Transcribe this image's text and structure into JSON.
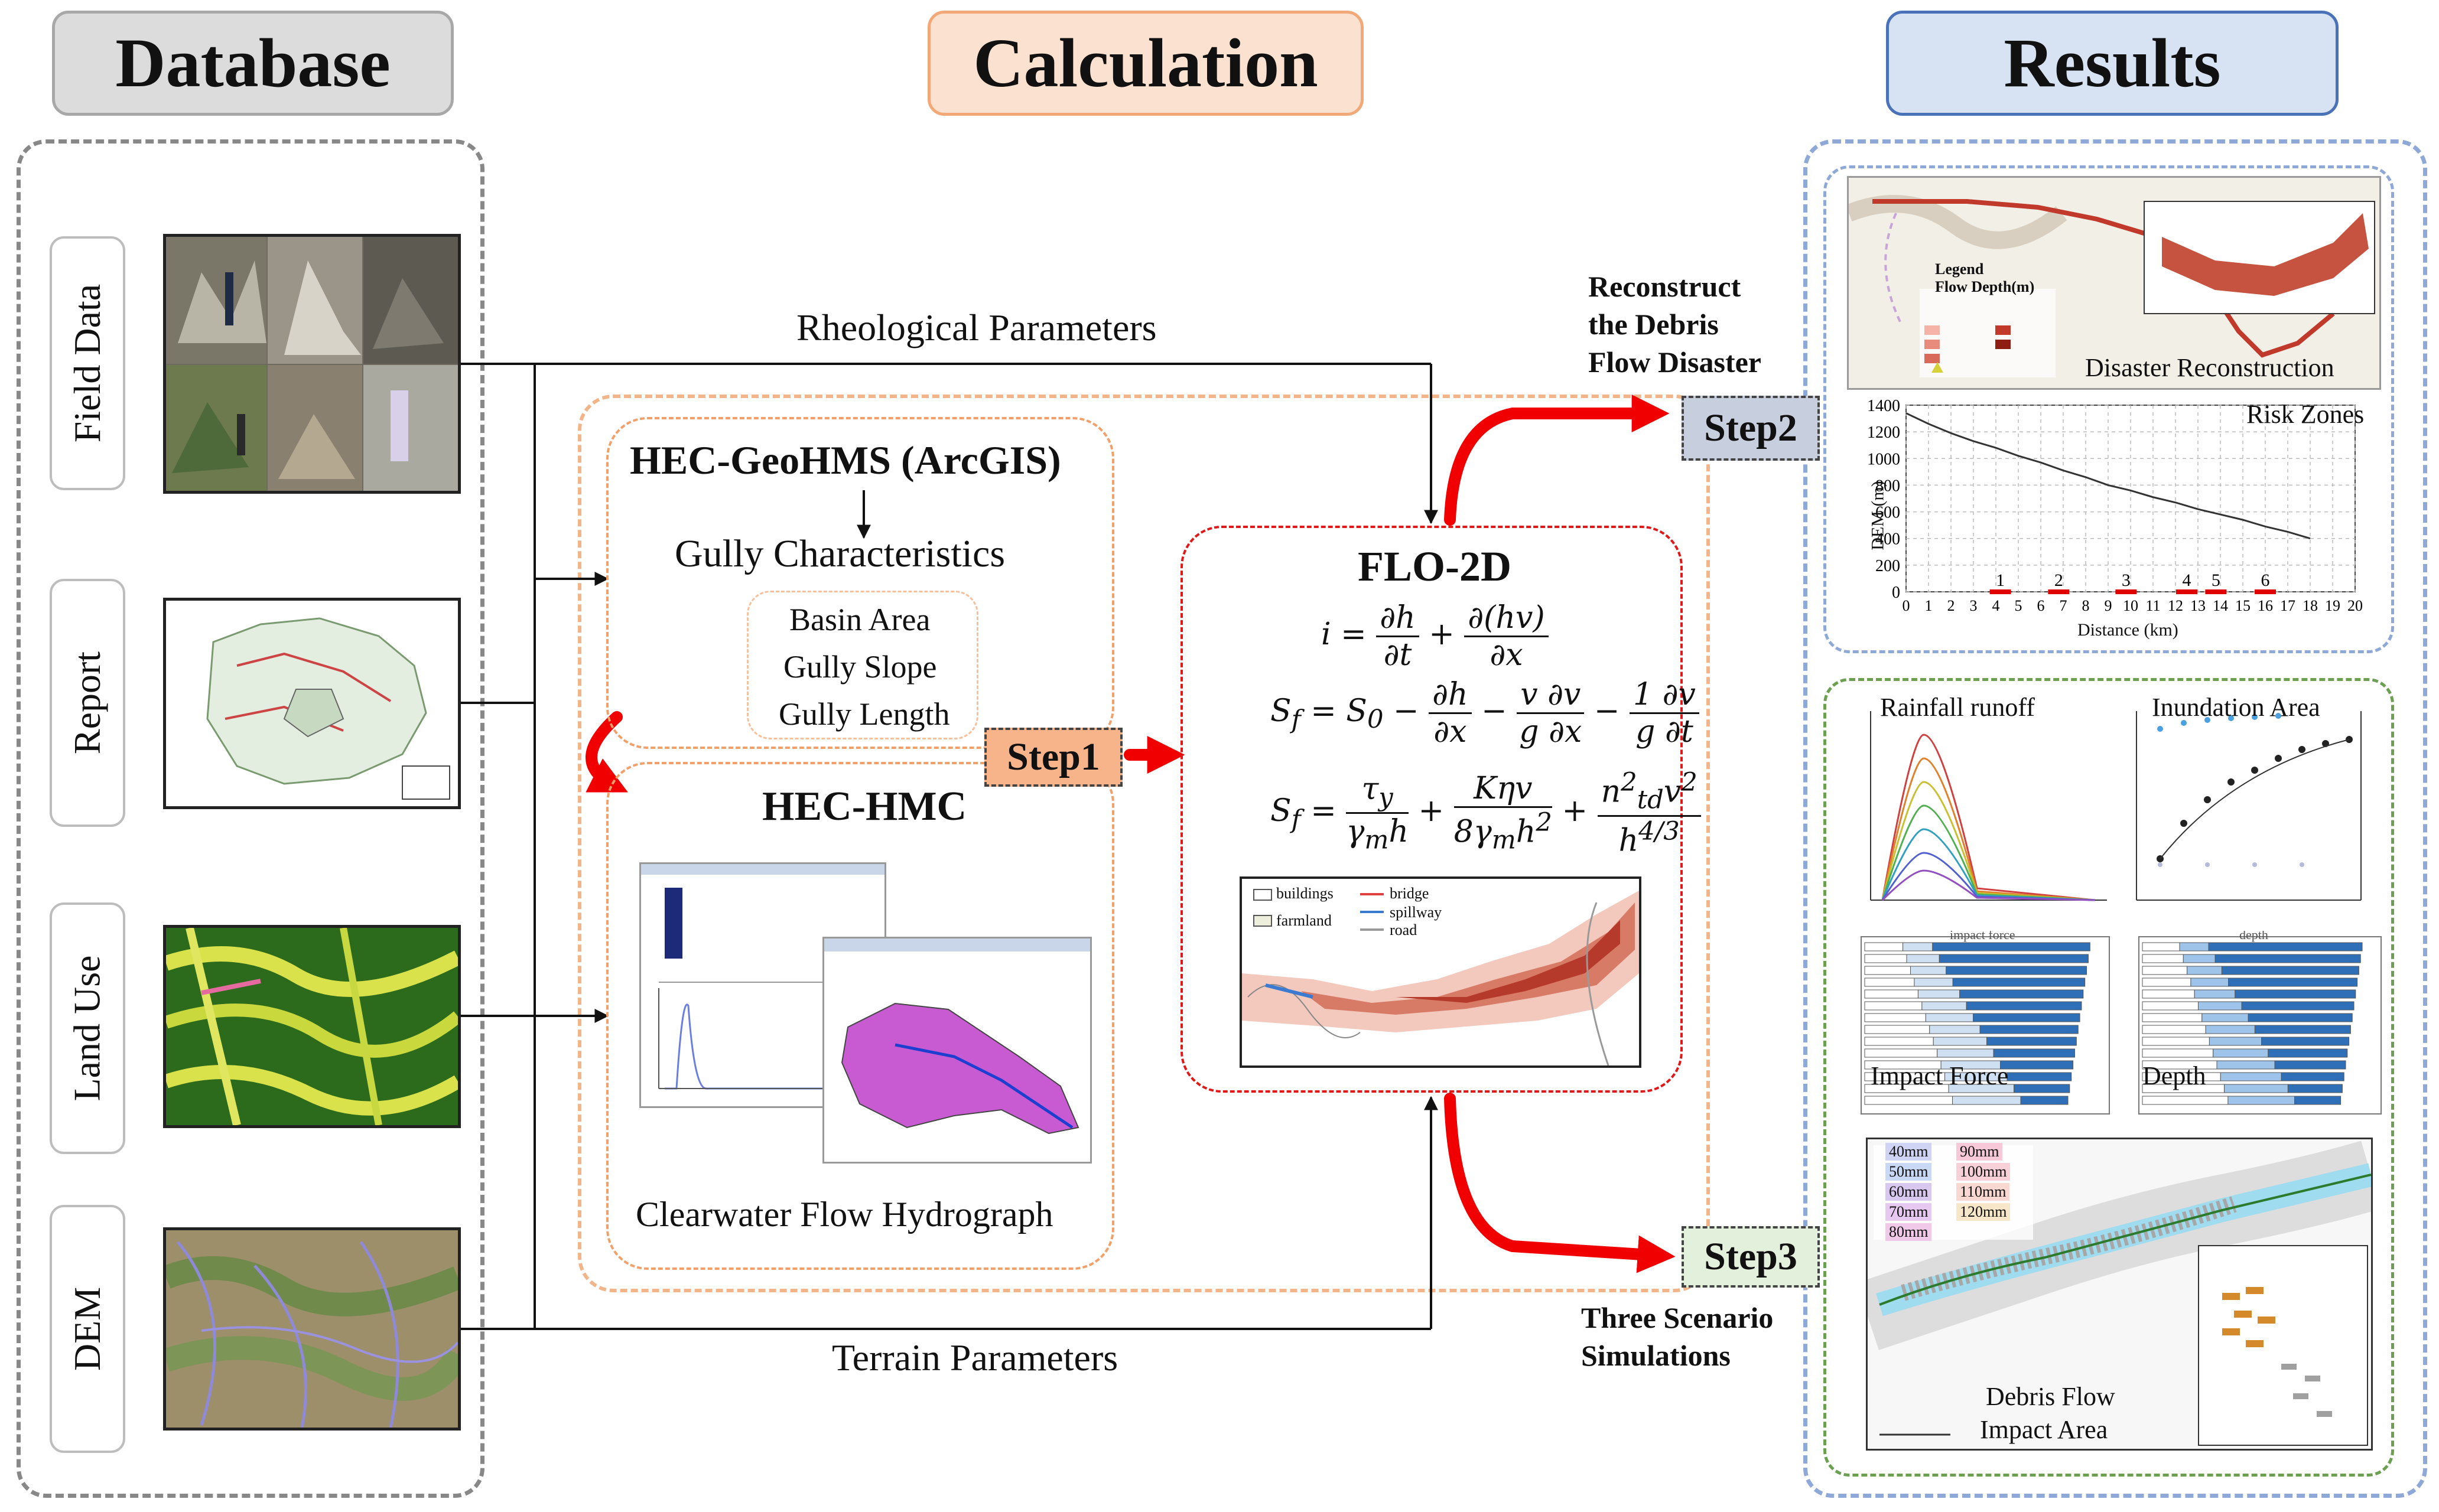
{
  "headers": {
    "database": "Database",
    "calculation": "Calculation",
    "results": "Results"
  },
  "database_items": [
    {
      "label": "Field Data"
    },
    {
      "label": "Report"
    },
    {
      "label": "Land Use"
    },
    {
      "label": "DEM"
    }
  ],
  "flow_labels": {
    "rheological": "Rheological Parameters",
    "terrain": "Terrain Parameters"
  },
  "geohms": {
    "title": "HEC-GeoHMS (ArcGIS)",
    "subtitle": "Gully Characteristics",
    "items": [
      "Basin Area",
      "Gully Slope",
      "Gully Length"
    ]
  },
  "hmc": {
    "title": "HEC-HMC",
    "caption": "Clearwater Flow Hydrograph"
  },
  "flo2d": {
    "title": "FLO-2D",
    "map_legend": [
      "buildings",
      "farmland",
      "bridge",
      "spillway",
      "road"
    ]
  },
  "steps": {
    "step1": "Step1",
    "step2": "Step2",
    "step3": "Step3"
  },
  "step2_note": [
    "Reconstruct",
    "the Debris",
    "Flow Disaster"
  ],
  "step3_note": [
    "Three Scenario",
    "Simulations"
  ],
  "results": {
    "disaster_reconstruction": "Disaster Reconstruction",
    "map_legend_title": "Legend",
    "map_legend_sub": "Flow Depth(m)",
    "risk_zones": "Risk Zones",
    "dem_ylabel": "DEM (m)",
    "dem_xlabel": "Distance (km)",
    "dem_yticks": [
      "0",
      "200",
      "400",
      "600",
      "800",
      "1000",
      "1200",
      "1400"
    ],
    "dem_xticks": [
      "0",
      "1",
      "2",
      "3",
      "4",
      "5",
      "6",
      "7",
      "8",
      "9",
      "10",
      "11",
      "12",
      "13",
      "14",
      "15",
      "16",
      "17",
      "18",
      "19",
      "20"
    ],
    "zones": [
      "1",
      "2",
      "3",
      "4",
      "5",
      "6"
    ],
    "rainfall_runoff": "Rainfall runoff",
    "inundation_area": "Inundation Area",
    "impact_force": "Impact Force",
    "depth": "Depth",
    "impact_force_small": "impact force",
    "depth_small": "depth",
    "debris_impact": [
      "Debris Flow",
      "Impact Area"
    ],
    "rain_legend": [
      "40mm",
      "50mm",
      "60mm",
      "70mm",
      "80mm",
      "90mm",
      "100mm",
      "110mm",
      "120mm"
    ]
  },
  "colors": {
    "database_header": "#dcdcdc",
    "calculation_header": "#fbe1cf",
    "results_header": "#d7e2f2",
    "arrow_red": "#f00000",
    "step1_fill": "#f7b48a",
    "step2_fill": "#c7cfdf",
    "step3_fill": "#e3f0dc",
    "debris_red": "#b53a2c"
  },
  "chart_data": {
    "type": "line",
    "title": "",
    "xlabel": "Distance (km)",
    "ylabel": "DEM (m)",
    "xlim": [
      0,
      20
    ],
    "ylim": [
      0,
      1400
    ],
    "x": [
      0,
      1,
      2,
      3,
      4,
      5,
      6,
      7,
      8,
      9,
      10,
      11,
      12,
      13,
      14,
      15,
      16,
      17,
      18
    ],
    "series": [
      {
        "values": [
          1340,
          1260,
          1190,
          1130,
          1080,
          1020,
          970,
          910,
          860,
          800,
          760,
          710,
          670,
          620,
          580,
          540,
          490,
          450,
          400
        ]
      }
    ],
    "annotations": [
      "1",
      "2",
      "3",
      "4",
      "5",
      "6"
    ],
    "annotation_x": [
      4.2,
      6.8,
      9.8,
      12.5,
      13.8,
      16
    ]
  }
}
